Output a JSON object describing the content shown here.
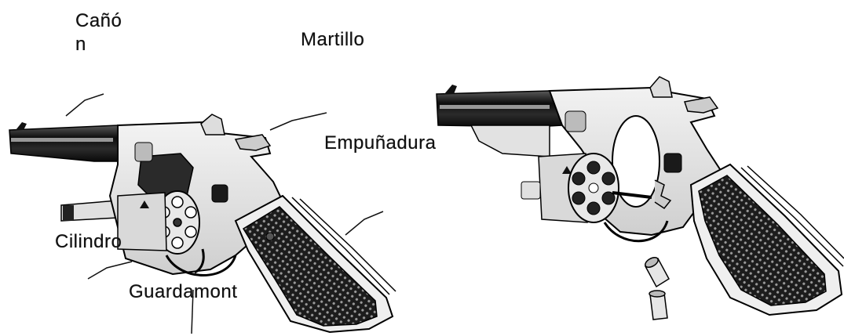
{
  "labels": {
    "barrel": "Cañó n",
    "hammer": "Martillo",
    "grip": "Empuñadura",
    "cylinder": "Cilindro",
    "trigger_guard": "Guardamont"
  },
  "colors": {
    "ink": "#111111",
    "metal_light": "#e6e6e6",
    "metal_mid": "#bdbdbd",
    "metal_dark": "#1a1a1a",
    "grip_checker": "#2a2a2a",
    "background": "#ffffff"
  }
}
